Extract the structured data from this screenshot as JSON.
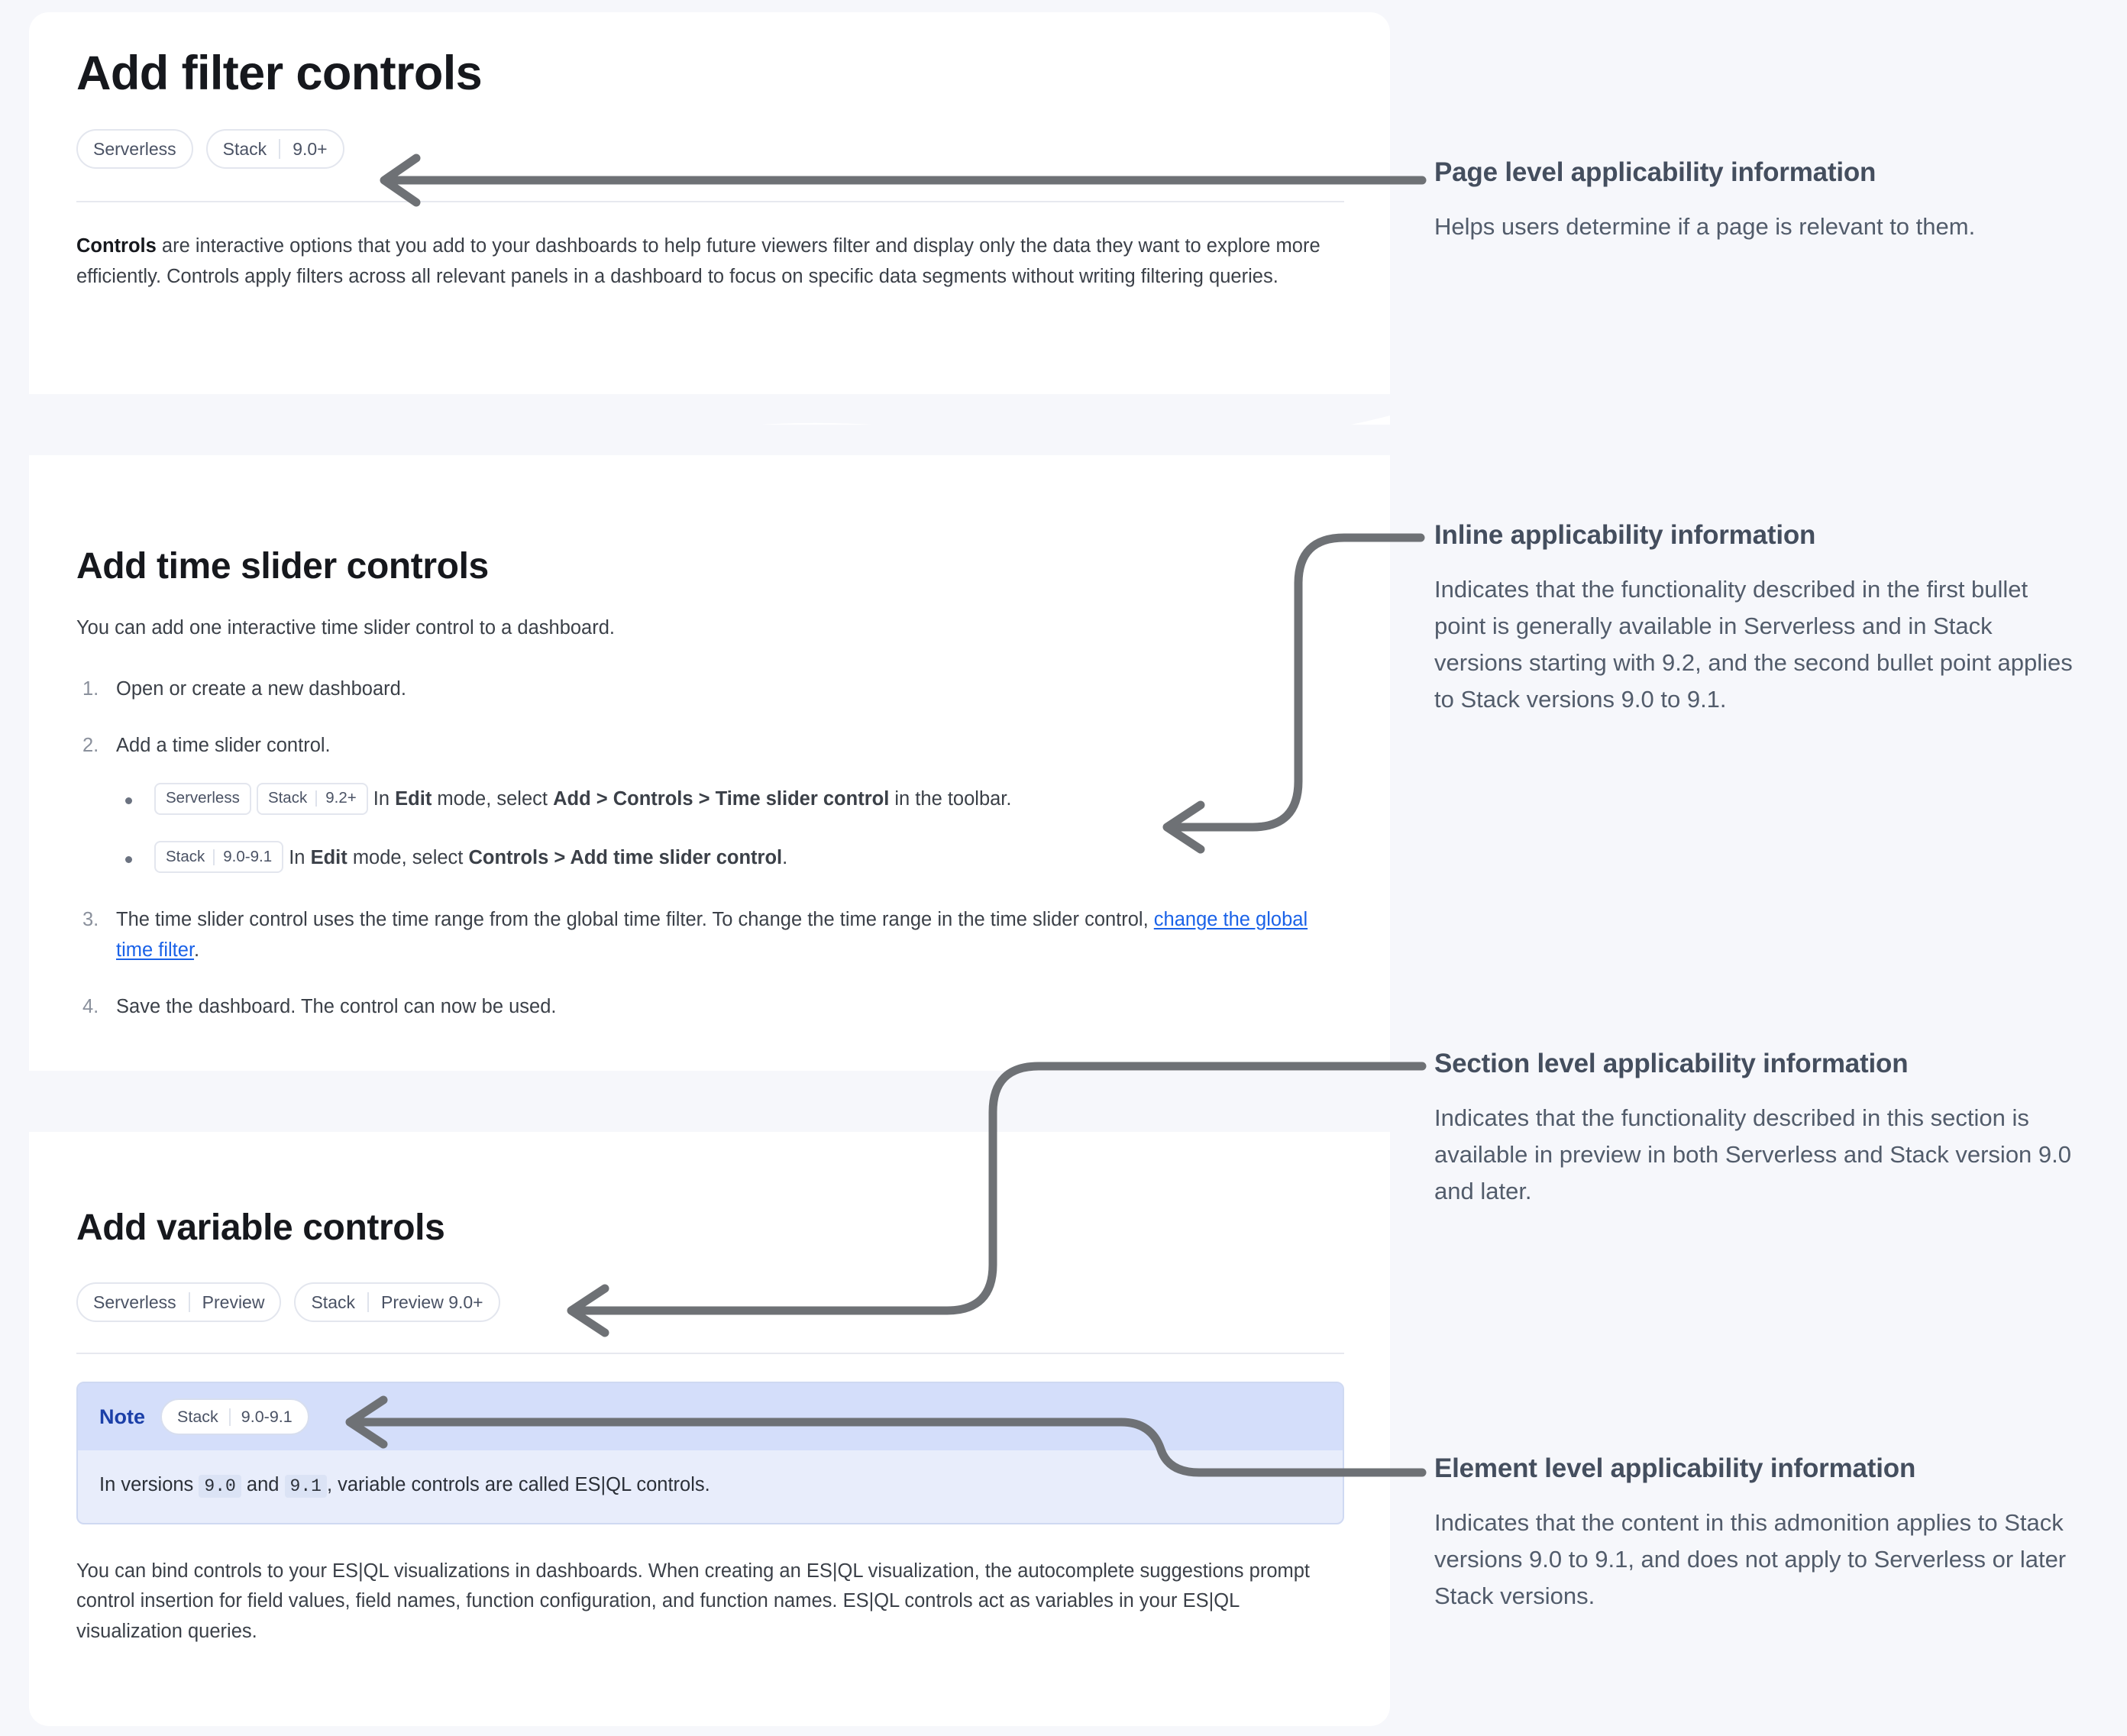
{
  "doc": {
    "page_title": "Add filter controls",
    "page_badges": [
      {
        "segments": [
          "Serverless"
        ]
      },
      {
        "segments": [
          "Stack",
          "9.0+"
        ]
      }
    ],
    "intro": {
      "lead": "Controls",
      "rest": " are interactive options that you add to your dashboards to help future viewers filter and display only the data they want to explore more efficiently. Controls apply filters across all relevant panels in a dashboard to focus on specific data segments without writing filtering queries."
    },
    "time_slider_section": {
      "heading": "Add time slider controls",
      "intro": "You can add one interactive time slider control to a dashboard.",
      "steps": [
        {
          "num": "1.",
          "text": "Open or create a new dashboard."
        },
        {
          "num": "2.",
          "text": "Add a time slider control."
        },
        {
          "num": "3.",
          "text_before": "The time slider control uses the time range from the global time filter. To change the time range in the time slider control, ",
          "link": "change the global time filter",
          "text_after": "."
        },
        {
          "num": "4.",
          "text": "Save the dashboard. The control can now be used."
        }
      ],
      "bullets": [
        {
          "badges": [
            {
              "segments": [
                "Serverless"
              ]
            },
            {
              "segments": [
                "Stack",
                "9.2+"
              ]
            }
          ],
          "parts": [
            {
              "t": "In ",
              "b": false
            },
            {
              "t": "Edit",
              "b": true
            },
            {
              "t": " mode, select ",
              "b": false
            },
            {
              "t": "Add",
              "b": true
            },
            {
              "t": " > ",
              "b": false
            },
            {
              "t": "Controls",
              "b": true
            },
            {
              "t": " > ",
              "b": false
            },
            {
              "t": "Time slider control",
              "b": true
            },
            {
              "t": " in the toolbar.",
              "b": false
            }
          ]
        },
        {
          "badges": [
            {
              "segments": [
                "Stack",
                "9.0-9.1"
              ]
            }
          ],
          "parts": [
            {
              "t": "In ",
              "b": false
            },
            {
              "t": "Edit",
              "b": true
            },
            {
              "t": " mode, select ",
              "b": false
            },
            {
              "t": "Controls",
              "b": true
            },
            {
              "t": " > ",
              "b": false
            },
            {
              "t": "Add time slider control",
              "b": true
            },
            {
              "t": ".",
              "b": false
            }
          ]
        }
      ]
    },
    "variable_section": {
      "heading": "Add variable controls",
      "badges": [
        {
          "segments": [
            "Serverless",
            "Preview"
          ]
        },
        {
          "segments": [
            "Stack",
            "Preview 9.0+"
          ]
        }
      ],
      "note": {
        "title": "Note",
        "badge": {
          "segments": [
            "Stack",
            "9.0-9.1"
          ]
        },
        "body_parts": [
          {
            "t": "In versions ",
            "code": false
          },
          {
            "t": "9.0",
            "code": true
          },
          {
            "t": " and ",
            "code": false
          },
          {
            "t": "9.1",
            "code": true
          },
          {
            "t": ", variable controls are called ES|QL controls.",
            "code": false
          }
        ]
      },
      "paragraph": "You can bind controls to your ES|QL visualizations in dashboards. When creating an ES|QL visualization, the autocomplete suggestions prompt control insertion for field values, field names, function configuration, and function names. ES|QL controls act as variables in your ES|QL visualization queries."
    }
  },
  "annotations": [
    {
      "id": "page-level",
      "title": "Page level applicability information",
      "text": "Helps users determine if a page is relevant to them."
    },
    {
      "id": "inline",
      "title": "Inline applicability information",
      "text": "Indicates that the functionality described in the first bullet point is generally available in Serverless and in Stack versions starting with 9.2, and the second bullet point applies to Stack versions 9.0 to 9.1."
    },
    {
      "id": "section-level",
      "title": "Section level applicability information",
      "text": "Indicates that the functionality described in this section is available in preview in both Serverless and Stack version 9.0 and later."
    },
    {
      "id": "element-level",
      "title": "Element level applicability information",
      "text": "Indicates that the content in this admonition applies to Stack versions 9.0 to 9.1, and does not apply to Serverless or later Stack versions."
    }
  ],
  "colors": {
    "page_background": "#f6f7fb",
    "card_background": "#ffffff",
    "arrow_stroke": "#6e7175",
    "link": "#1a62e8",
    "note_header": "#d4defa",
    "note_body": "#e8edfb",
    "note_title": "#1b3fa8",
    "annotation_title": "#444e5e"
  }
}
